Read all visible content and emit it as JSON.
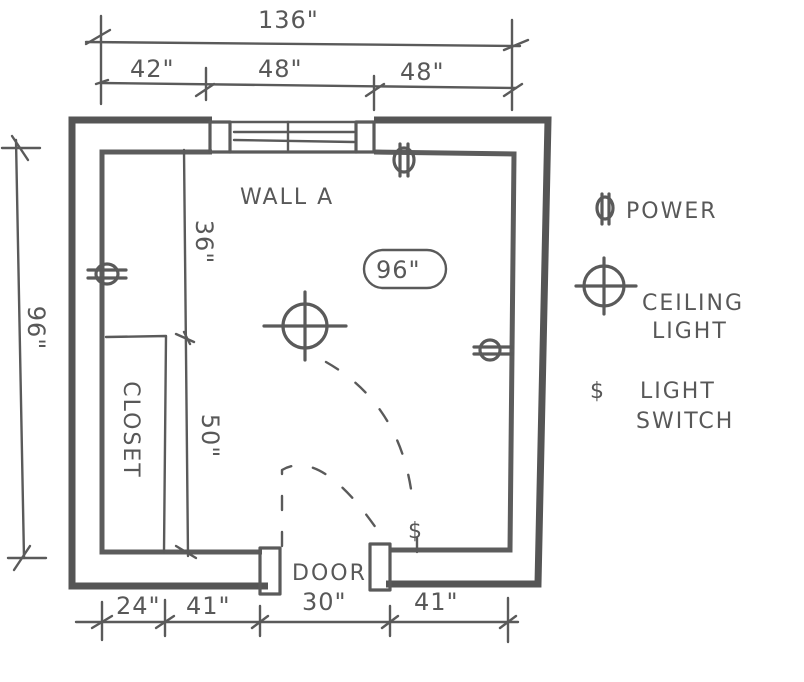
{
  "diagram": {
    "type": "floor-plan-sketch",
    "ink_color": "#585858",
    "background": "#ffffff"
  },
  "dimensions": {
    "overall_width": "136\"",
    "top_segments": [
      "42\"",
      "48\"",
      "48\""
    ],
    "overall_height": "96\"",
    "closet_wall_upper": "36\"",
    "closet_wall_lower": "50\"",
    "bottom_segments": [
      "24\"",
      "41\"",
      "30\"",
      "41\""
    ],
    "ceiling_height": "96\""
  },
  "labels": {
    "wall_a": "WALL A",
    "closet": "CLOSET",
    "door": "DOOR",
    "switch_symbol": "$"
  },
  "legend": {
    "items": [
      {
        "symbol": "power-outlet",
        "label_lines": [
          "POWER"
        ]
      },
      {
        "symbol": "ceiling-light",
        "label_lines": [
          "CEILING",
          "LIGHT"
        ]
      },
      {
        "symbol": "light-switch",
        "glyph": "$",
        "label_lines": [
          "LIGHT",
          "SWITCH"
        ]
      }
    ]
  }
}
